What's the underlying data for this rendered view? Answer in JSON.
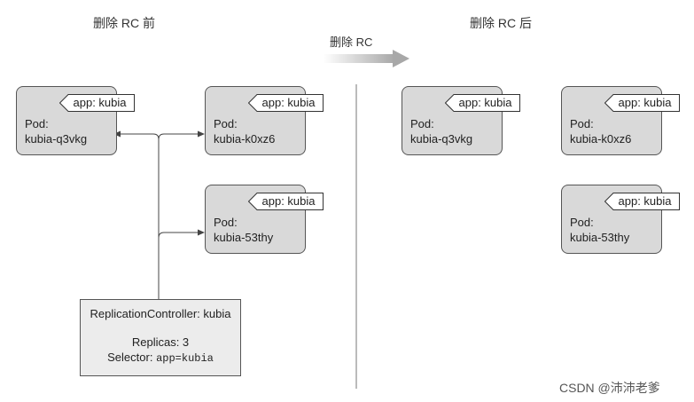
{
  "before": {
    "heading": "删除 RC 前"
  },
  "after": {
    "heading": "删除 RC 后"
  },
  "transition": {
    "label": "删除 RC"
  },
  "pod_type_label": "Pod:",
  "label_tag": "app: kubia",
  "pods": [
    "kubia-q3vkg",
    "kubia-k0xz6",
    "kubia-53thy"
  ],
  "replication_controller": {
    "title": "ReplicationController: kubia",
    "replicas_label": "Replicas: 3",
    "selector_label": "Selector:",
    "selector_value": "app=kubia"
  },
  "watermark": "CSDN @沛沛老爹",
  "colors": {
    "pod_fill": "#d9d9d9",
    "arrow_gray": "#b0b0b0",
    "line": "#555555"
  }
}
